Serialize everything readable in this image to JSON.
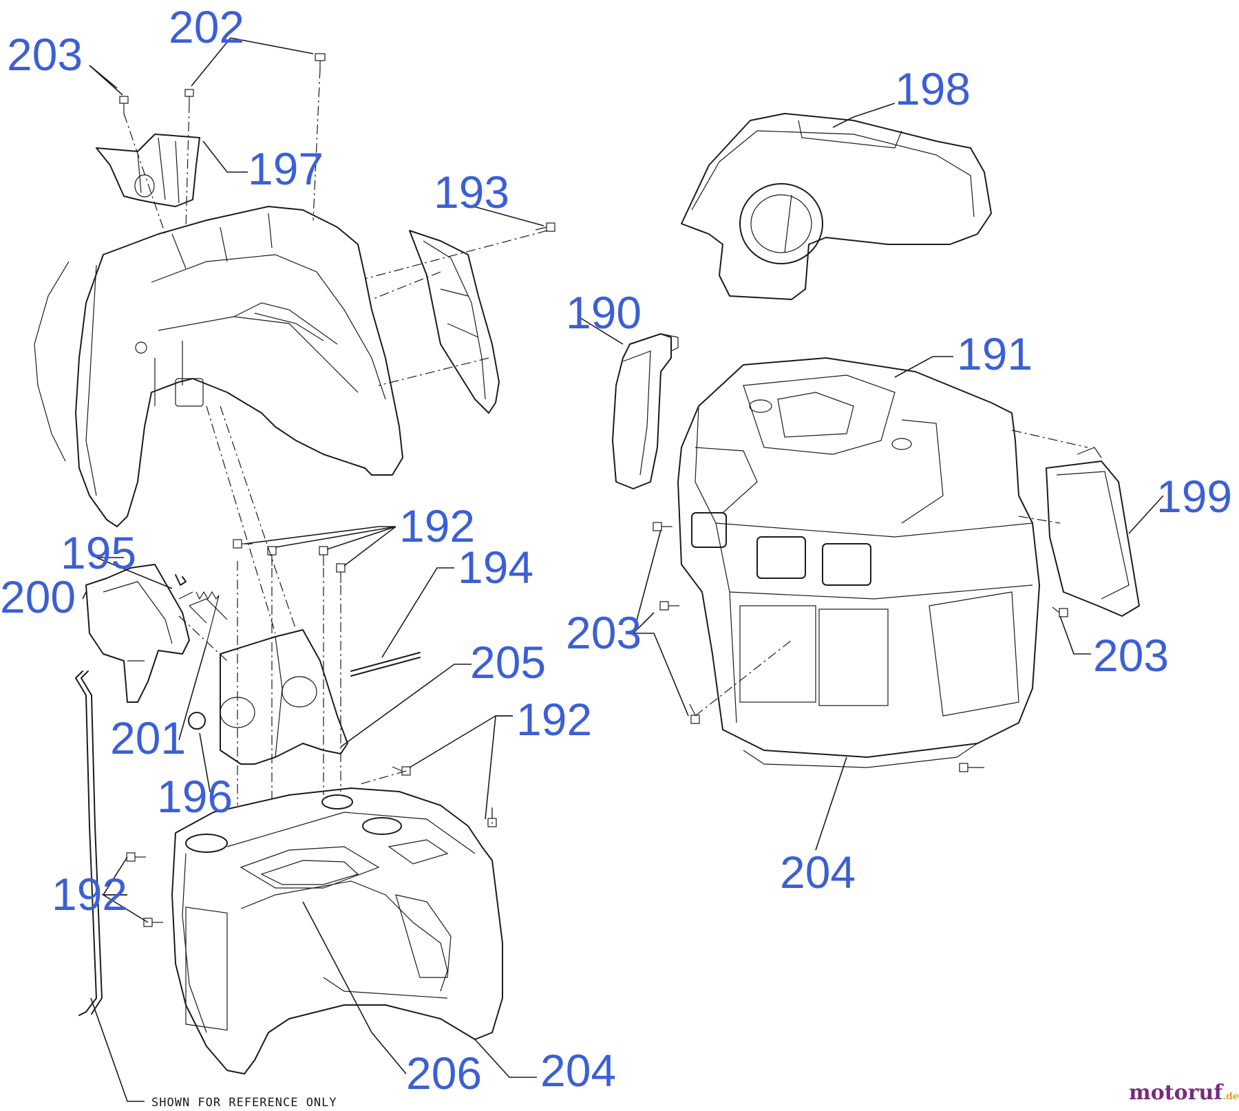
{
  "callouts": {
    "c203a": "203",
    "c202": "202",
    "c197": "197",
    "c193": "193",
    "c198": "198",
    "c190": "190",
    "c191": "191",
    "c199": "199",
    "c192a": "192",
    "c194": "194",
    "c195": "195",
    "c200": "200",
    "c205": "205",
    "c203b": "203",
    "c203c": "203",
    "c201": "201",
    "c192b": "192",
    "c196": "196",
    "c204a": "204",
    "c192c": "192",
    "c206": "206",
    "c204b": "204"
  },
  "note": "SHOWN FOR REFERENCE ONLY",
  "logo": {
    "main": "motoruf",
    "suffix": ".de",
    "color": "#7a2a7a",
    "accent": "#e8a020"
  },
  "colors": {
    "callout": "#3b5fd6",
    "line": "#1a1a1a"
  }
}
